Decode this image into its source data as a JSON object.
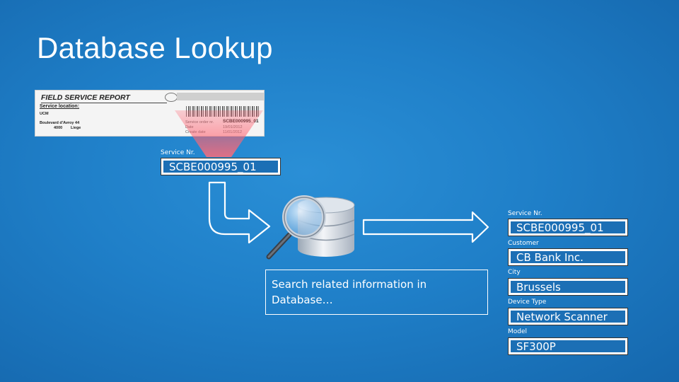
{
  "slide": {
    "title": "Database Lookup"
  },
  "report": {
    "title": "FIELD SERVICE REPORT",
    "section_label": "Service location:",
    "company": "UCM",
    "address_line1": "Boulevard d'Avroy 44",
    "postal_code": "4000",
    "city": "Liege",
    "order_label": "Service order nr.",
    "order_value": "SCBE000995_01",
    "date_label": "Date",
    "date_value": "19/01/2012",
    "create_label": "Create date",
    "create_value": "11/01/2012"
  },
  "scan": {
    "label": "Service Nr.",
    "value": "SCBE000995_01"
  },
  "search": {
    "text": "Search related information in Database…"
  },
  "results": [
    {
      "label": "Service Nr.",
      "value": "SCBE000995_01"
    },
    {
      "label": "Customer",
      "value": "CB Bank Inc."
    },
    {
      "label": "City",
      "value": "Brussels"
    },
    {
      "label": "Device Type",
      "value": "Network Scanner"
    },
    {
      "label": "Model",
      "value": "SF300P"
    }
  ],
  "icons": {
    "database": "database-search-icon",
    "arrow_down_right": "bent-arrow-icon",
    "arrow_right": "right-arrow-icon"
  },
  "colors": {
    "background": "#1f7fc8",
    "beam": "#ff6b78",
    "field_fill": "#1c6fb5"
  }
}
